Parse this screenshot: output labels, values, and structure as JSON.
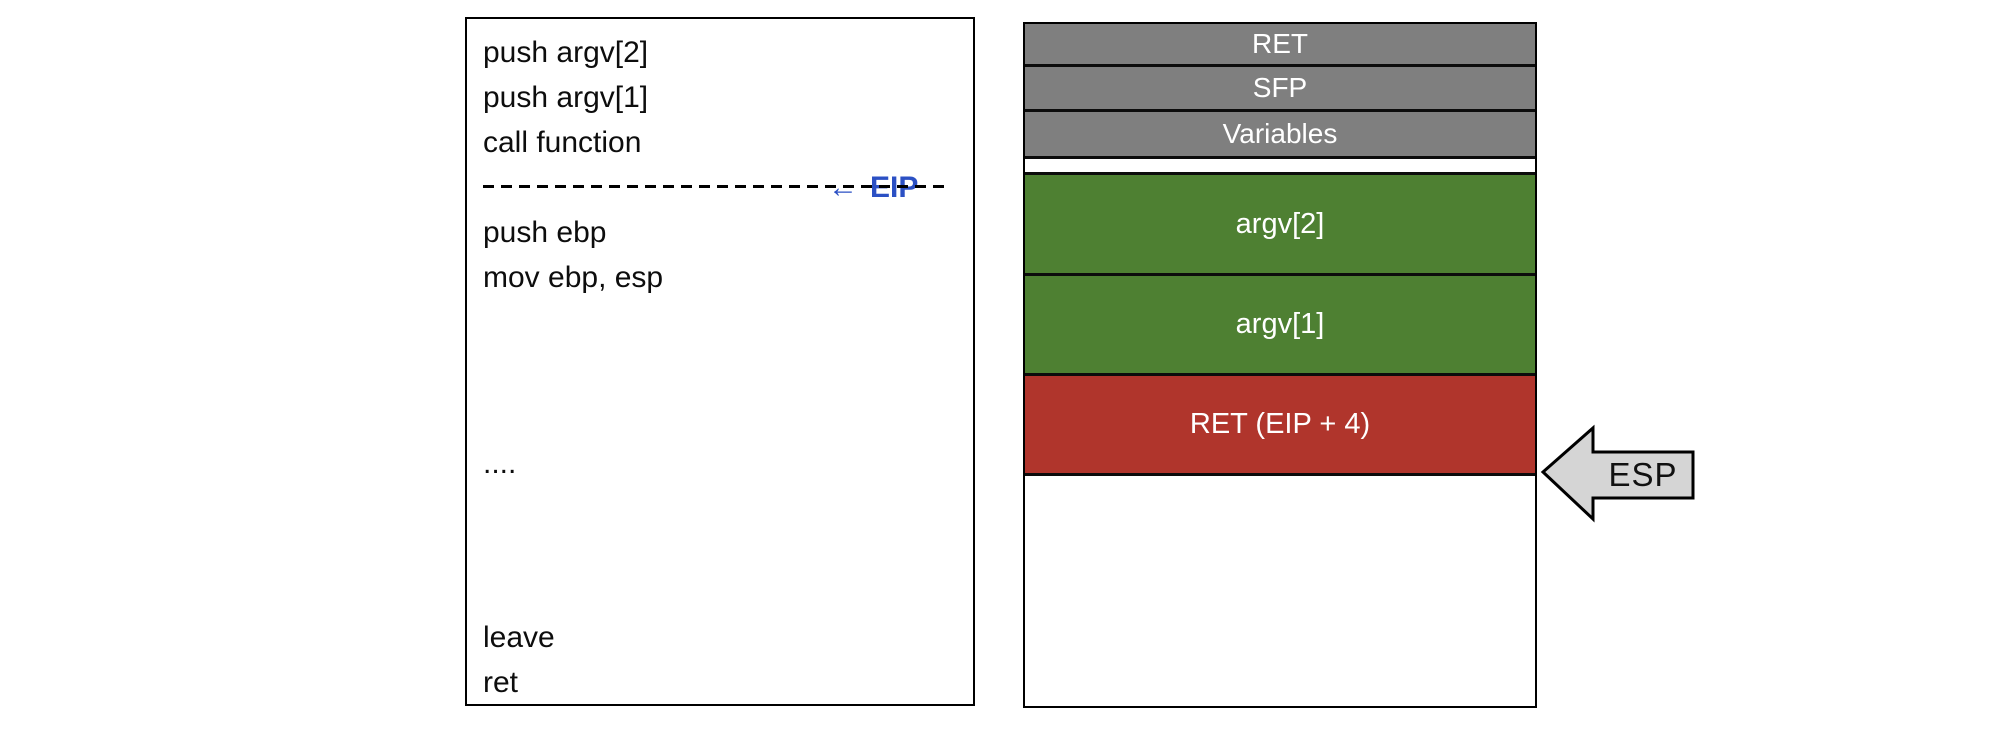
{
  "diagram": {
    "code_panel": {
      "lines": [
        "push argv[2]",
        "push argv[1]",
        "call function",
        "push ebp",
        "mov ebp, esp",
        "....",
        "leave",
        "ret"
      ],
      "eip_pointer": {
        "arrow_glyph": "←",
        "label": "EIP",
        "color": "#2b50c4"
      },
      "divider_style": "dashed"
    },
    "stack_panel": {
      "rows": [
        {
          "label": "RET",
          "color": "#7f7f7f",
          "text_color": "#ffffff"
        },
        {
          "label": "SFP",
          "color": "#7f7f7f",
          "text_color": "#ffffff"
        },
        {
          "label": "Variables",
          "color": "#7f7f7f",
          "text_color": "#ffffff"
        },
        {
          "label": "argv[2]",
          "color": "#4e8032",
          "text_color": "#ffffff"
        },
        {
          "label": "argv[1]",
          "color": "#4e8032",
          "text_color": "#ffffff"
        },
        {
          "label": "RET (EIP + 4)",
          "color": "#b0352c",
          "text_color": "#ffffff"
        }
      ],
      "border_color": "#0c0c0c"
    },
    "esp_pointer": {
      "label": "ESP",
      "fill": "#d5d5d5",
      "stroke": "#000000"
    }
  }
}
